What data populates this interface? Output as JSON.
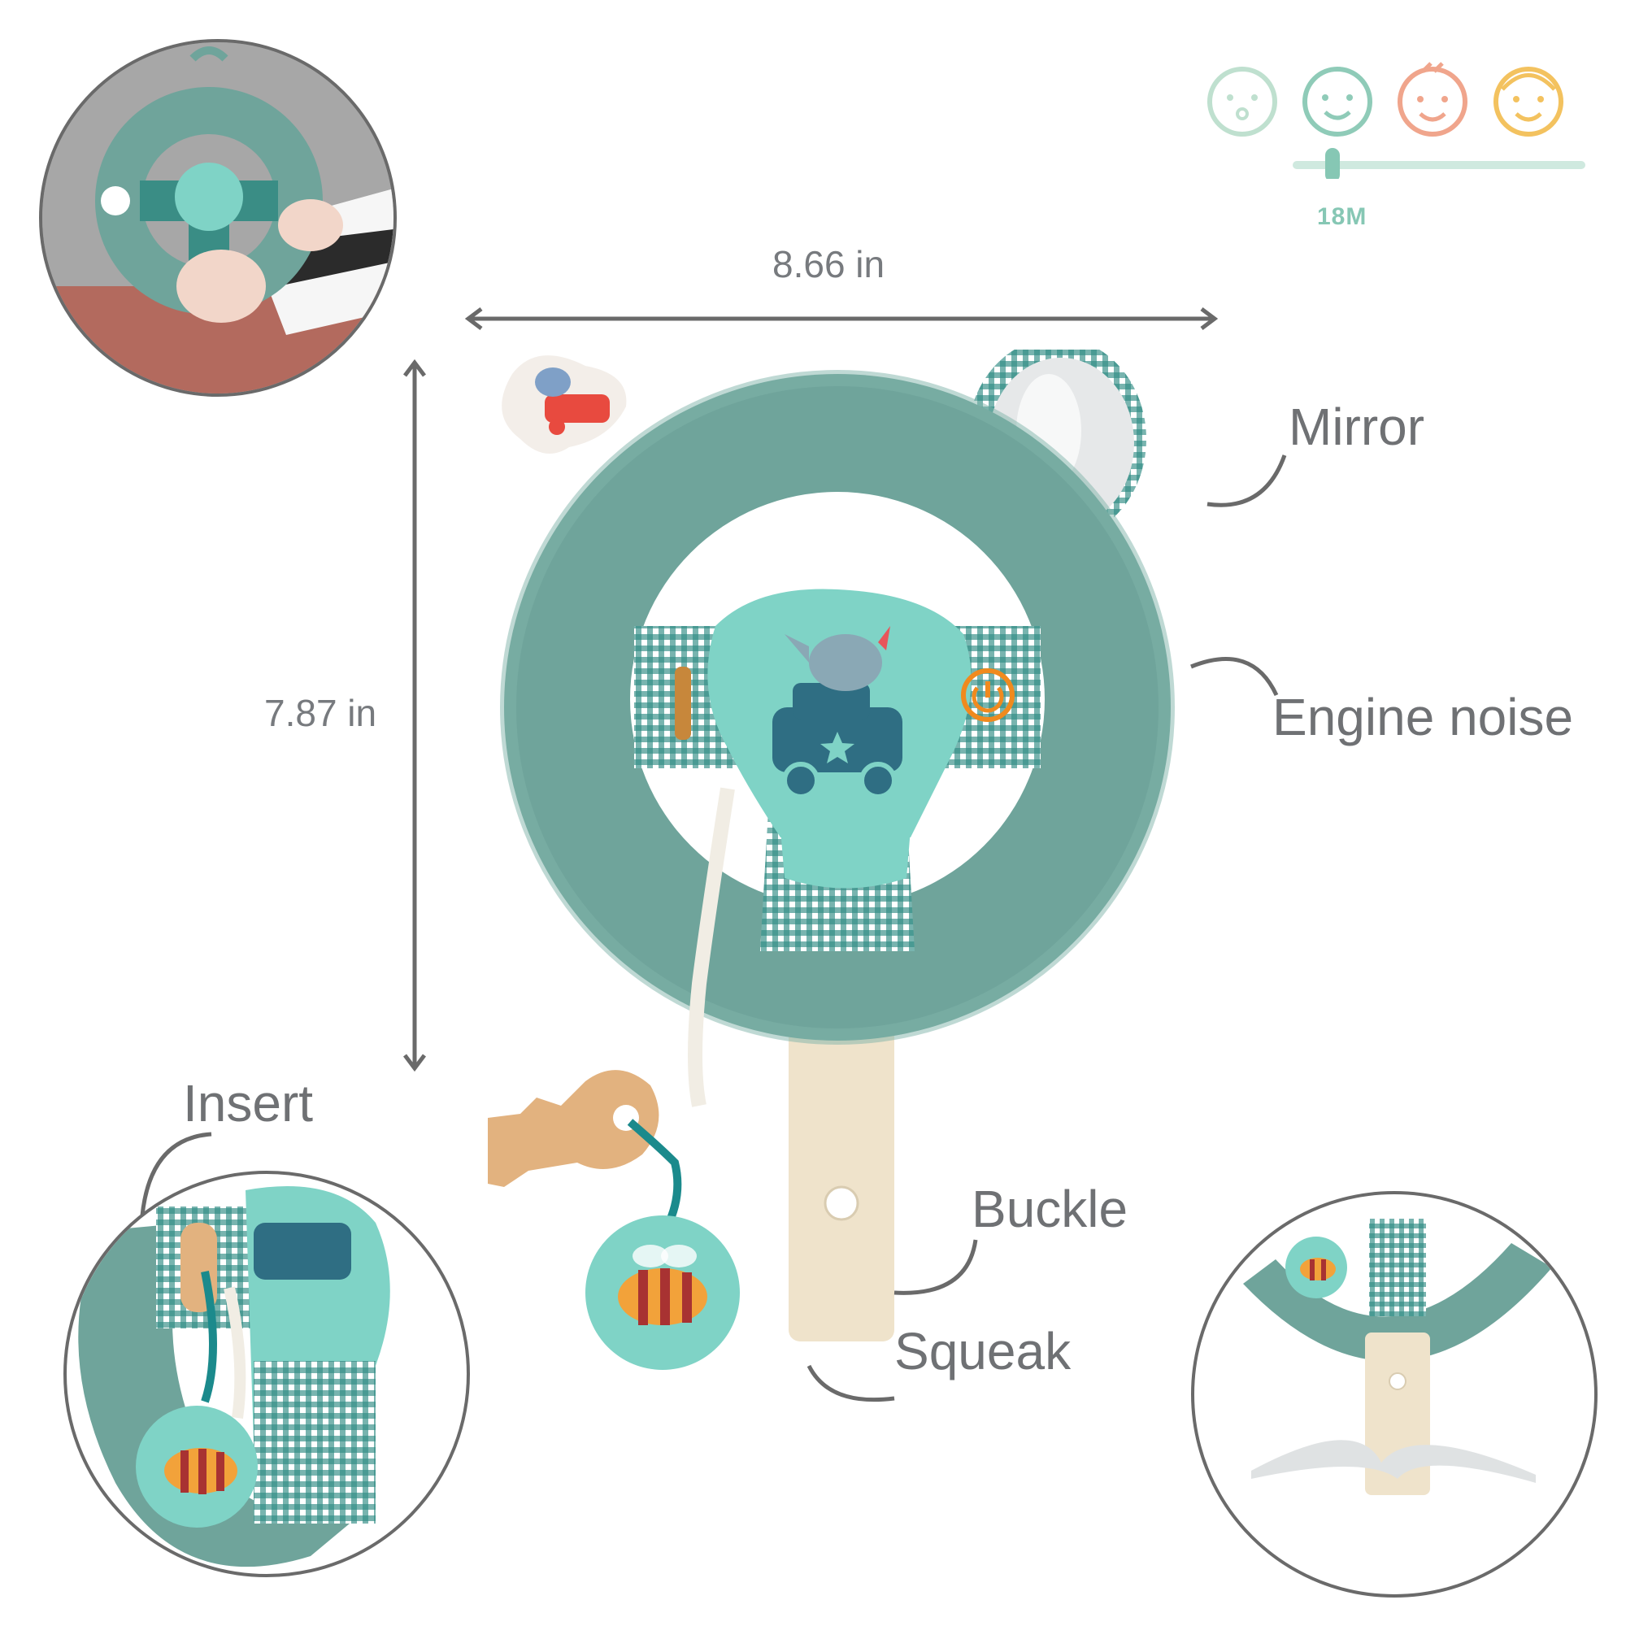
{
  "age_scale": {
    "label": "18M",
    "icons": [
      "newborn-face-icon",
      "baby-face-icon",
      "toddler-face-icon",
      "child-face-icon"
    ],
    "icon_colors": [
      "#bfe0cf",
      "#8fcbb8",
      "#f0a58c",
      "#f3c25f"
    ],
    "track_color": "#cfe9df",
    "marker_color": "#86c7b4"
  },
  "dimensions": {
    "width": "8.66 in",
    "height": "7.87 in"
  },
  "callouts": {
    "mirror": "Mirror",
    "engine_noise": "Engine noise",
    "insert": "Insert",
    "buckle": "Buckle",
    "squeak": "Squeak"
  },
  "colors": {
    "wheel": "#6fa49b",
    "center": "#7fd3c6",
    "gingham": "#2f8c84",
    "strap": "#efe3cb",
    "wood": "#e2b27f",
    "button": "#f08a1e"
  }
}
